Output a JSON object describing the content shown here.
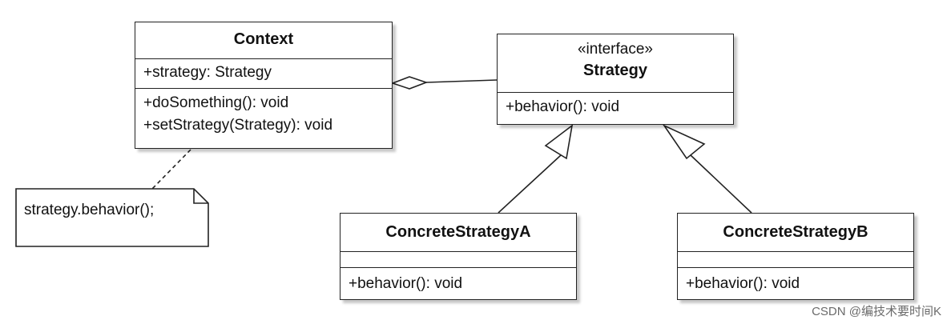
{
  "context": {
    "name": "Context",
    "attributes": [
      "+strategy: Strategy"
    ],
    "operations": [
      "+doSomething(): void",
      "+setStrategy(Strategy): void"
    ]
  },
  "strategy": {
    "stereotype": "«interface»",
    "name": "Strategy",
    "operations": [
      "+behavior(): void"
    ]
  },
  "concrete_a": {
    "name": "ConcreteStrategyA",
    "operations": [
      "+behavior(): void"
    ]
  },
  "concrete_b": {
    "name": "ConcreteStrategyB",
    "operations": [
      "+behavior(): void"
    ]
  },
  "note": {
    "text": "strategy.behavior();"
  },
  "watermark": "CSDN @编技术要时间K"
}
